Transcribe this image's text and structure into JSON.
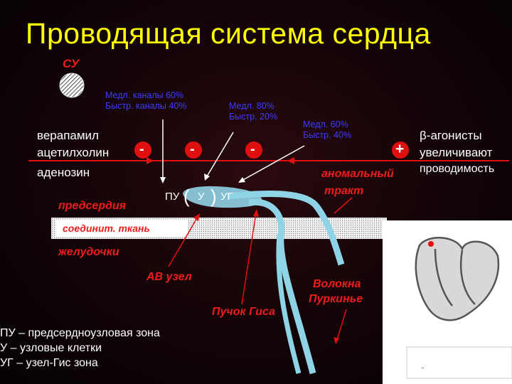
{
  "title": "Проводящая система сердца",
  "su_label": "СУ",
  "drugs_left": [
    "верапамил",
    "ацетилхолин",
    "аденозин"
  ],
  "drugs_right": [
    "β-агонисты",
    "увеличивают",
    "проводимость"
  ],
  "signs": {
    "minus": "-",
    "plus": "+"
  },
  "channels": [
    {
      "line1": "Медл. каналы 60%",
      "line2": "Быстр. каналы 40%"
    },
    {
      "line1": "Медл. 80%",
      "line2": "Быстр. 20%"
    },
    {
      "line1": "Медл. 60%",
      "line2": "Быстр. 40%"
    }
  ],
  "labels": {
    "atria": "предсердия",
    "connective": "соединит. ткань",
    "ventricles": "желудочки",
    "av_node": "АВ узел",
    "his": "Пучок Гиса",
    "purkinje_1": "Волокна",
    "purkinje_2": "Пуркинье",
    "abnormal_1": "аномальный",
    "abnormal_2": "тракт"
  },
  "node": {
    "pu": "ПУ",
    "u": "У",
    "ug": "УГ",
    "open": "(",
    "close": ")"
  },
  "legend": [
    "ПУ – предсердноузловая зона",
    "У – узловые клетки",
    "УГ – узел-Гис зона"
  ],
  "inset_caption": "-",
  "colors": {
    "title": "#ffff00",
    "red": "#ee1c1c",
    "blue": "#3c3cff",
    "bundle": "#8fd3e6"
  }
}
